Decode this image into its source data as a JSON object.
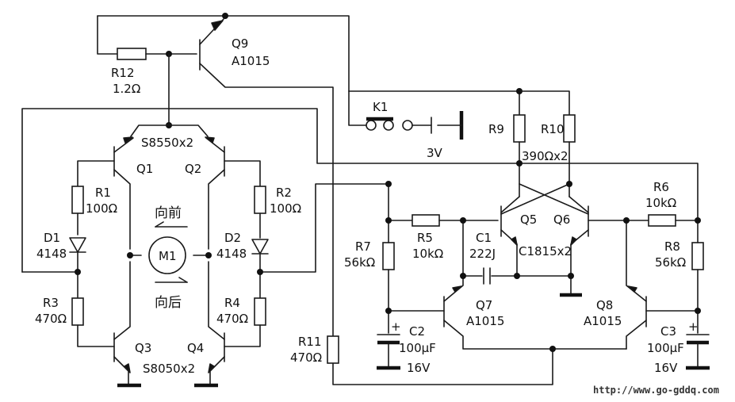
{
  "labels": {
    "q9": "Q9",
    "q9_type": "A1015",
    "r12": "R12",
    "r12_val": "1.2Ω",
    "q12_pair": "S8550x2",
    "q1": "Q1",
    "q2": "Q2",
    "r1": "R1",
    "r1_val": "100Ω",
    "r2": "R2",
    "r2_val": "100Ω",
    "d1": "D1",
    "d1_val": "4148",
    "d2": "D2",
    "d2_val": "4148",
    "r3": "R3",
    "r3_val": "470Ω",
    "r4": "R4",
    "r4_val": "470Ω",
    "q3": "Q3",
    "q4": "Q4",
    "q34_pair": "S8050x2",
    "motor": "M1",
    "forward": "向前",
    "backward": "向后",
    "k1": "K1",
    "battery": "3V",
    "r9": "R9",
    "r10": "R10",
    "r910_val": "390Ωx2",
    "r5": "R5",
    "r5_val": "10kΩ",
    "r6": "R6",
    "r6_val": "10kΩ",
    "r7": "R7",
    "r7_val": "56kΩ",
    "r8": "R8",
    "r8_val": "56kΩ",
    "c1": "C1",
    "c1_val": "222J",
    "q5": "Q5",
    "q6": "Q6",
    "q56_pair": "C1815x2",
    "q7": "Q7",
    "q7_type": "A1015",
    "q8": "Q8",
    "q8_type": "A1015",
    "c2": "C2",
    "c2_val": "100μF",
    "c2_volt": "16V",
    "c3": "C3",
    "c3_val": "100μF",
    "c3_volt": "16V",
    "r11": "R11",
    "r11_val": "470Ω",
    "plus": "+"
  },
  "watermark": "http://www.go-gddq.com"
}
